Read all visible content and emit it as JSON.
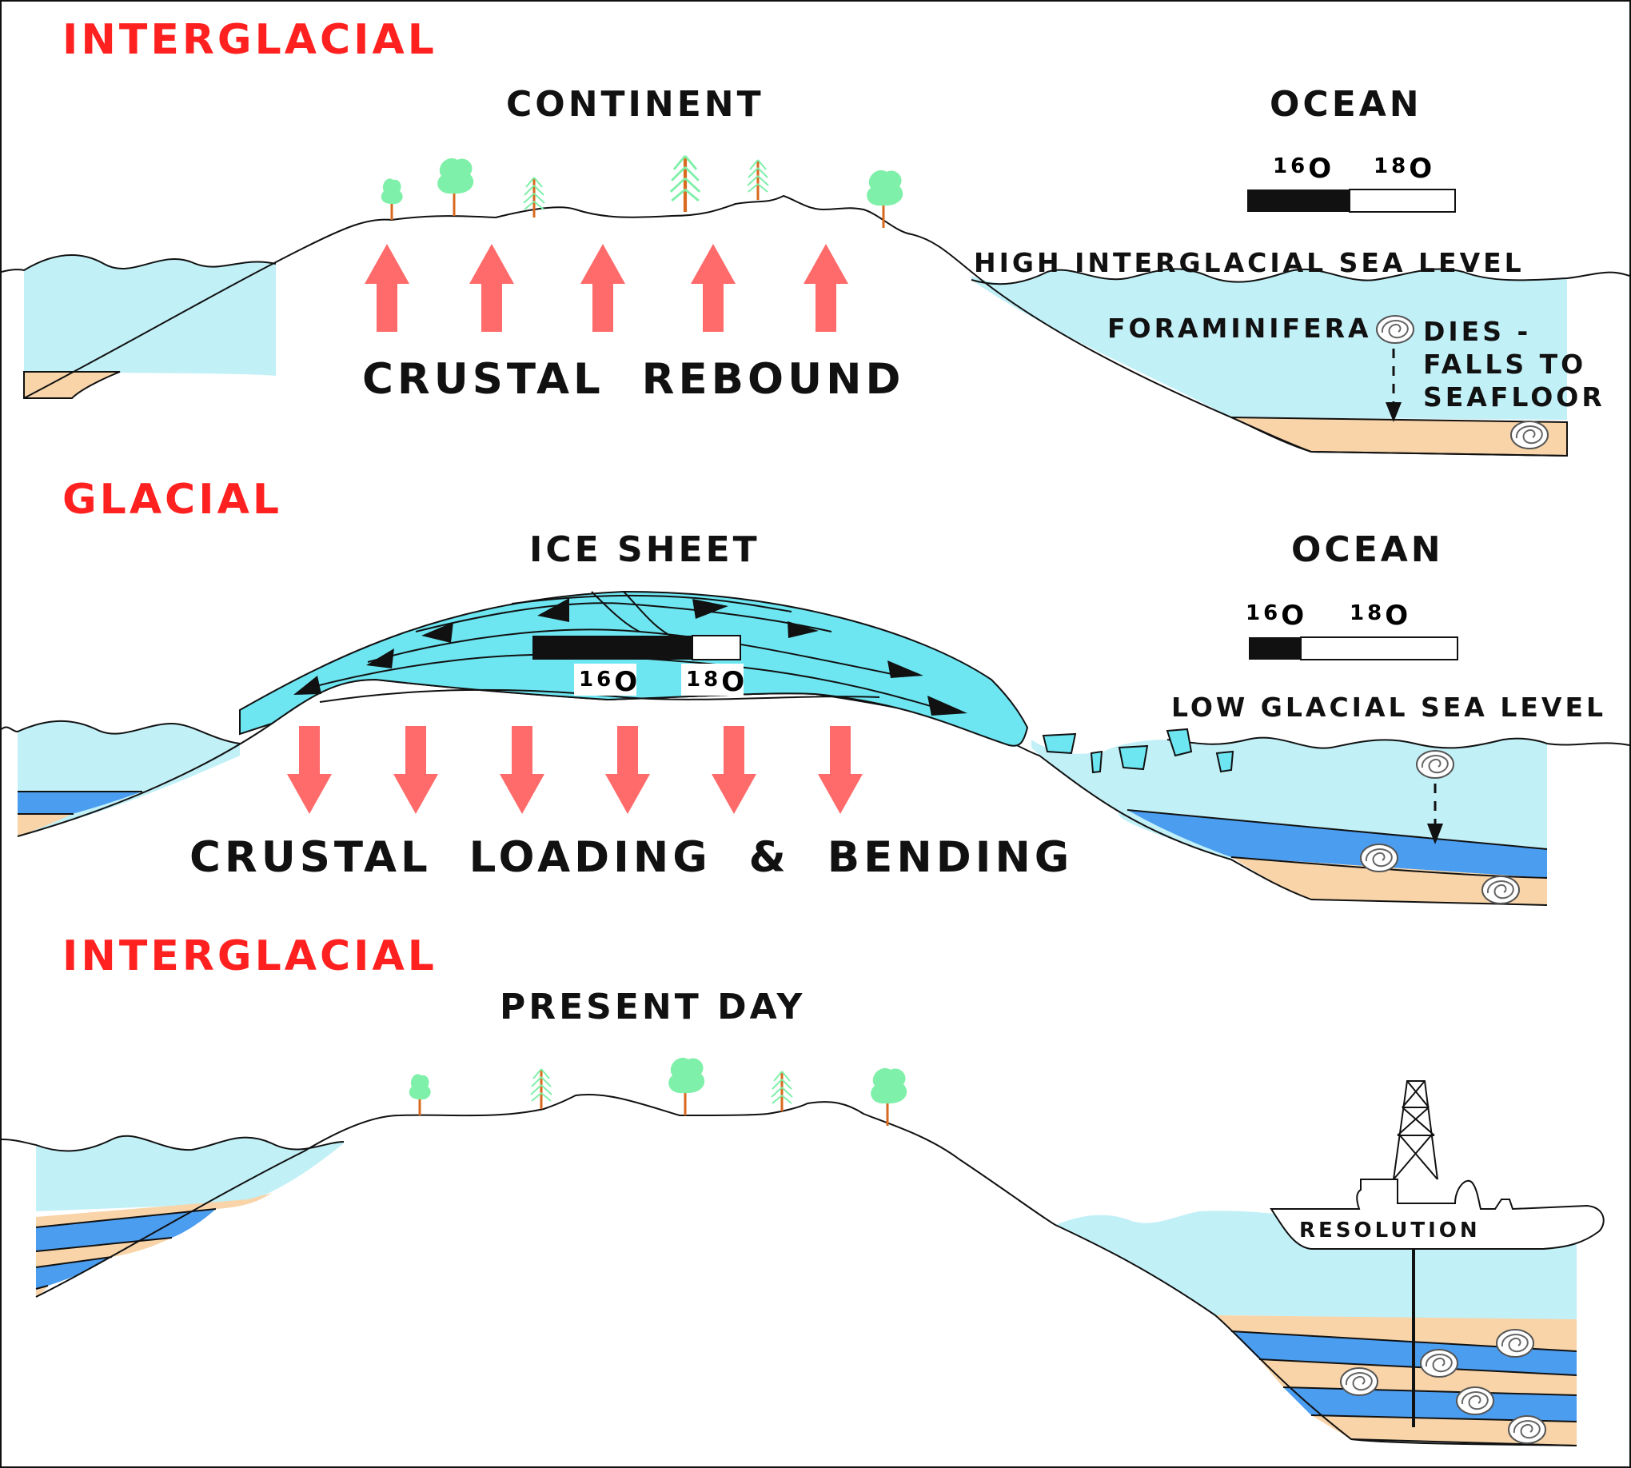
{
  "panels": {
    "top": {
      "era": "INTERGLACIAL",
      "land_label": "CONTINENT",
      "ocean_label": "OCEAN",
      "iso_light": "16",
      "iso_heavy": "18",
      "iso_element": "O",
      "iso_light_fraction": 0.49,
      "sea_level_label": "HIGH INTERGLACIAL SEA LEVEL",
      "foram_label": "FORAMINIFERA",
      "foram_note": [
        "DIES -",
        "FALLS TO",
        "SEAFLOOR"
      ],
      "crust_label": "CRUSTAL  REBOUND",
      "arrow_direction": "up"
    },
    "middle": {
      "era": "GLACIAL",
      "land_label": "ICE SHEET",
      "ocean_label": "OCEAN",
      "iso_light": "16",
      "iso_heavy": "18",
      "iso_element": "O",
      "ocean_iso_light_fraction": 0.25,
      "ice_iso_light_fraction": 0.77,
      "sea_level_label": "LOW GLACIAL SEA LEVEL",
      "crust_label": "CRUSTAL  LOADING  &  BENDING",
      "arrow_direction": "down"
    },
    "bottom": {
      "era": "INTERGLACIAL",
      "land_label": "PRESENT DAY",
      "ship_label": "RESOLUTION"
    }
  },
  "colors": {
    "title_red": "#ff2020",
    "arrow_red": "#ff6b6b",
    "ocean": "#c2f0f7",
    "ice": "#6ee6f2",
    "sediment_sand": "#f8d4a8",
    "sediment_blue": "#4b9df0",
    "tree_green": "#7ff0a9",
    "trunk": "#d9691f"
  },
  "icons": [
    "tree-icon",
    "conifer-icon",
    "shell-icon",
    "arrow-up-icon",
    "arrow-down-icon",
    "drill-ship-icon"
  ]
}
